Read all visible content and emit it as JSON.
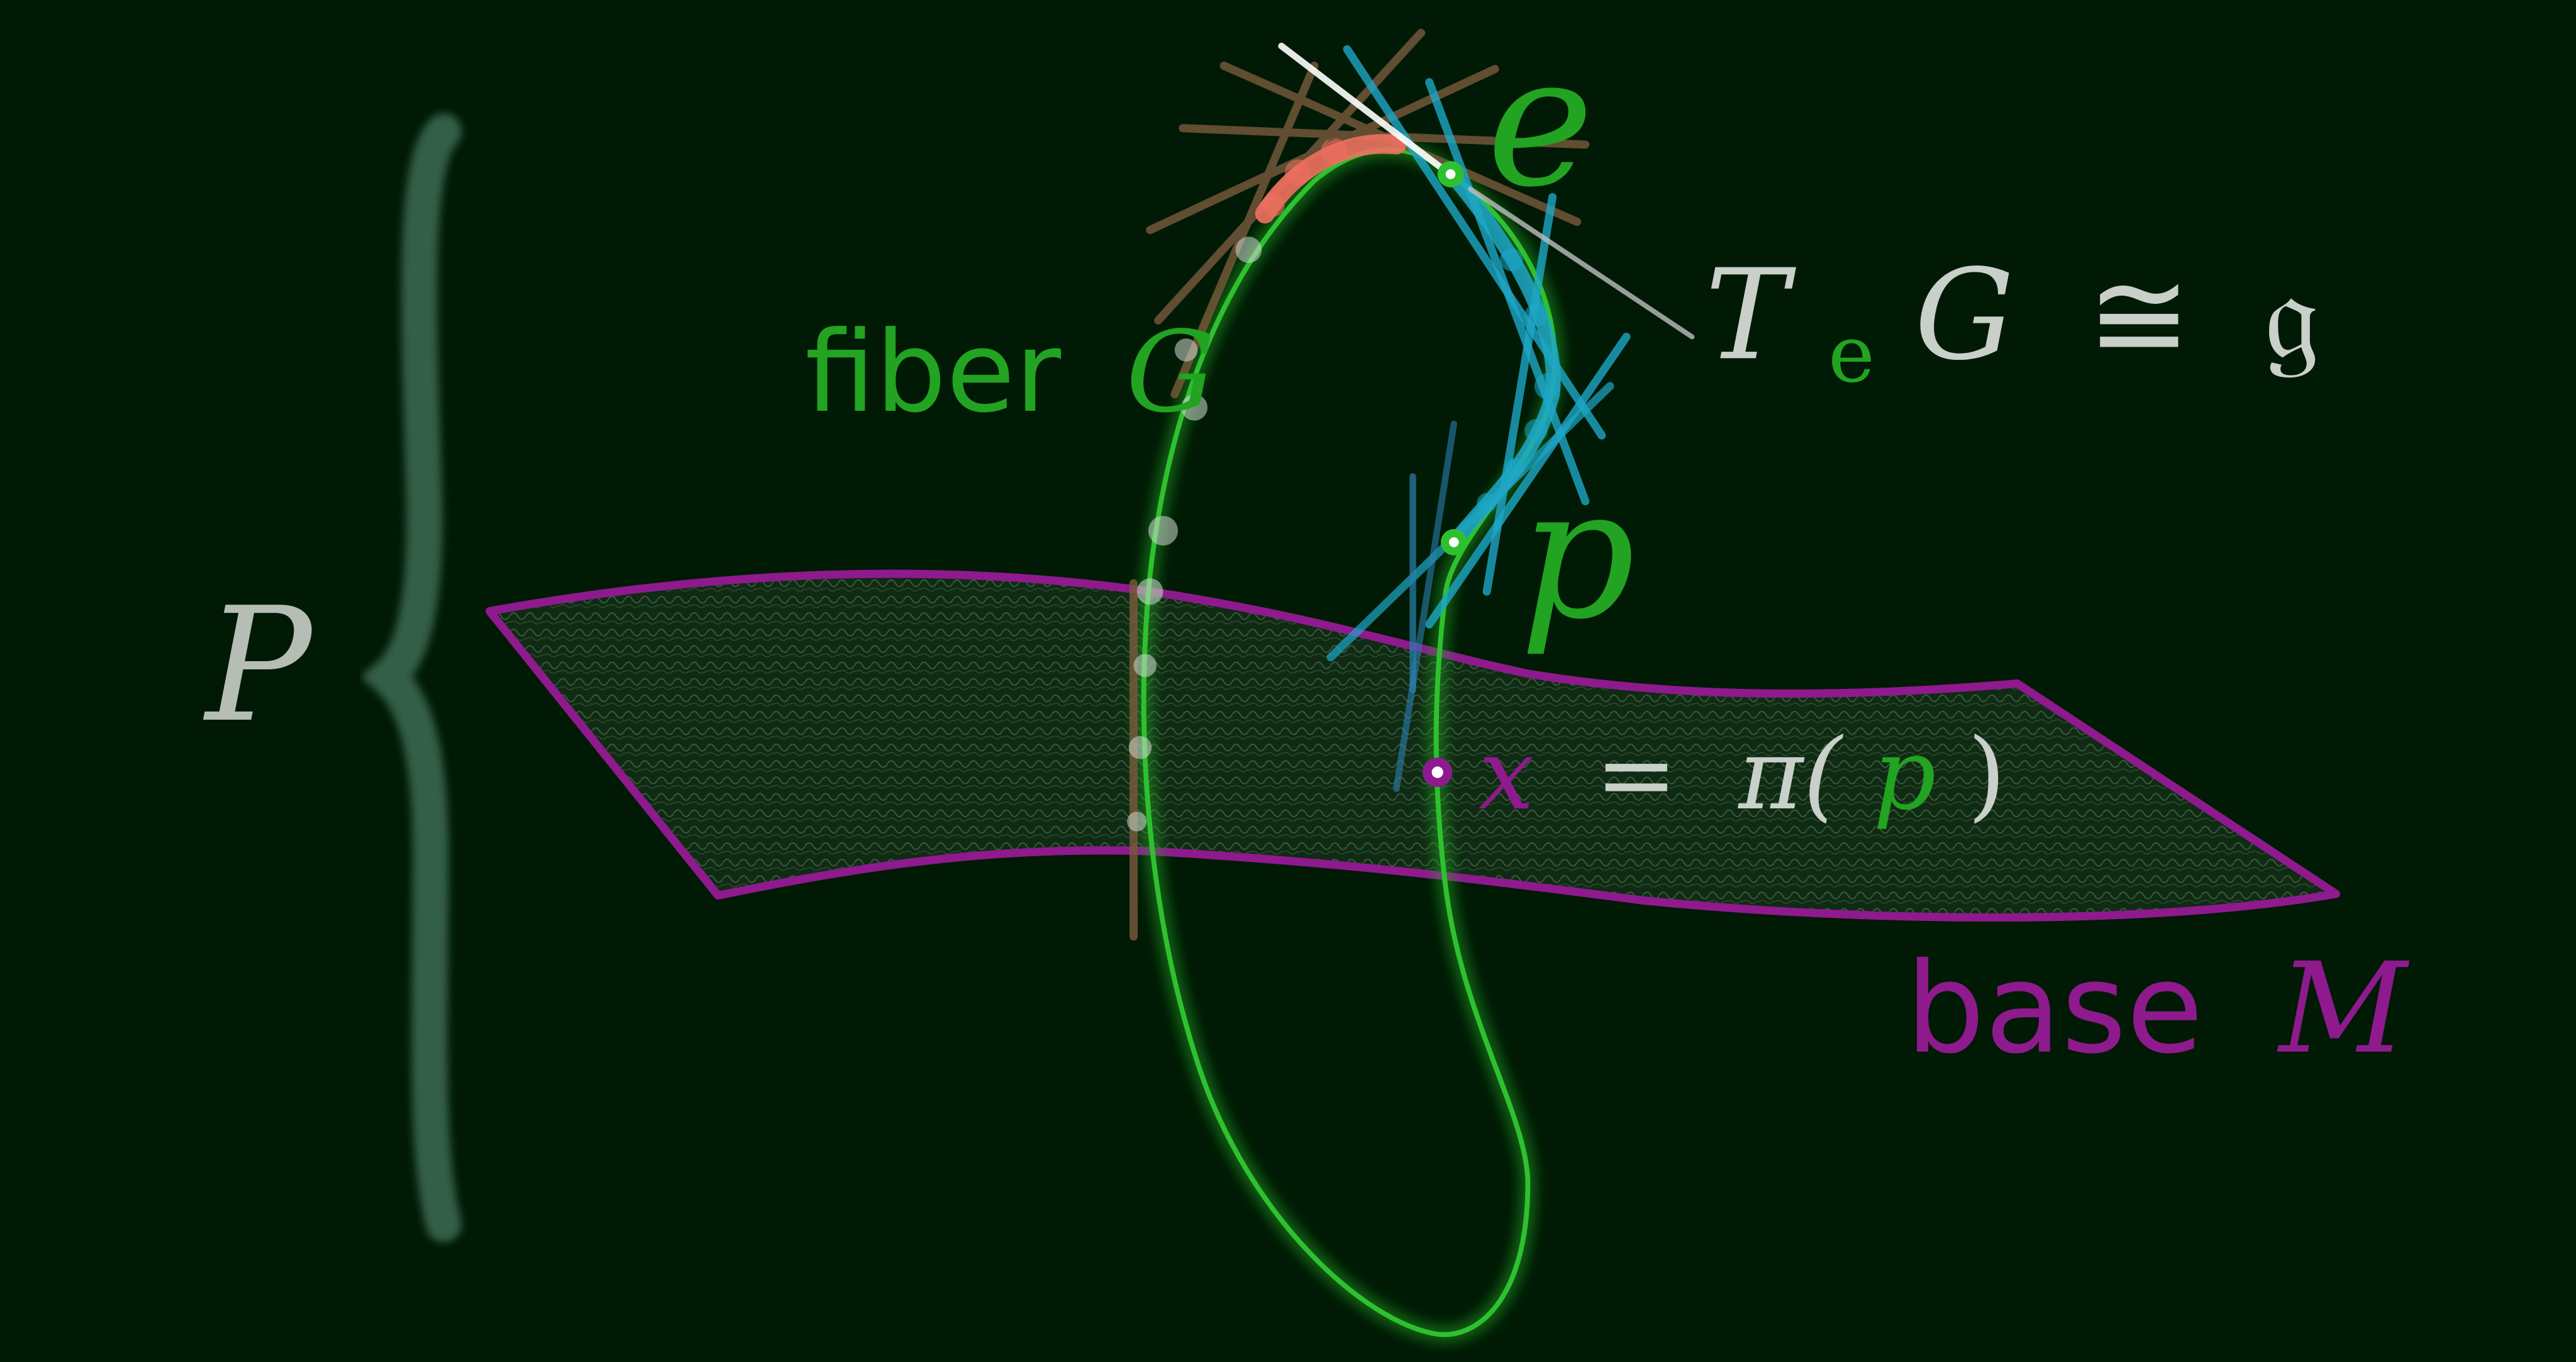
{
  "colors": {
    "background": "#001a05",
    "fiber": "#22a322",
    "base": "#8e1a8e",
    "tangent": "#1ea7c7",
    "tangent_blue": "#2a7fb0",
    "group_identity": "#f07060",
    "label_gray": "#c9cfc9",
    "brace": "#3c6b52"
  },
  "labels": {
    "total_space": "P",
    "fiber_prefix": "fiber",
    "fiber_symbol": "G",
    "identity": "e",
    "tangent_T": "T",
    "tangent_sub": "e",
    "tangent_G": "G",
    "tangent_iso": "≅",
    "tangent_lie": "𝔤",
    "point": "p",
    "proj_x": "x",
    "proj_eq": "=",
    "proj_pi": "π(",
    "proj_p": "p",
    "proj_close": ")",
    "base_prefix": "base",
    "base_symbol": "M"
  }
}
